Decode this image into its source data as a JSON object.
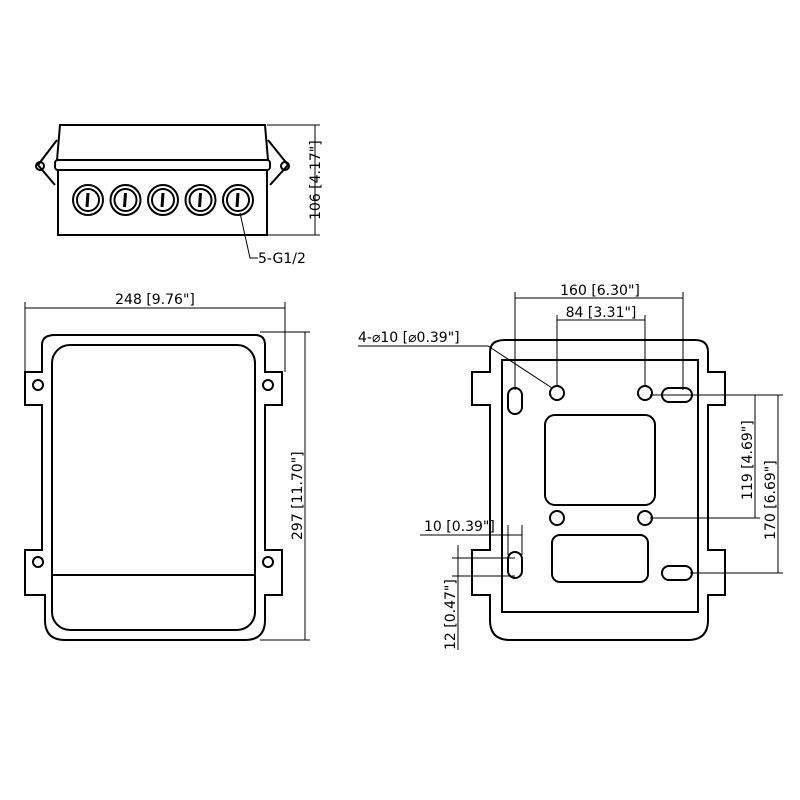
{
  "top_view": {
    "height_dim": "106 [4.17\"]",
    "gland_label": "5-G1/2",
    "gland_count": 5
  },
  "front_view": {
    "width_dim": "248 [9.76\"]",
    "height_dim": "297 [11.70\"]"
  },
  "back_view": {
    "hole_spacing_outer": "160 [6.30\"]",
    "hole_spacing_inner": "84 [3.31\"]",
    "hole_callout": "4-⌀10 [⌀0.39\"]",
    "vertical_inner": "119 [4.69\"]",
    "vertical_outer": "170 [6.69\"]",
    "slot_width": "10 [0.39\"]",
    "slot_length": "12 [0.47\"]"
  }
}
